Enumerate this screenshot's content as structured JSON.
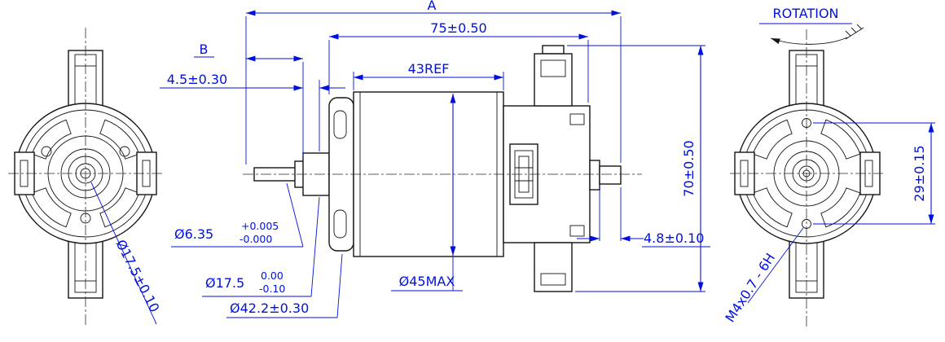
{
  "drawing": {
    "title": "DC motor outline drawing",
    "colors": {
      "dimension": "#0011dd",
      "geometry": "#151515"
    },
    "labels": {
      "dim_a": "A",
      "len_75": "75±0.50",
      "dim_b": "B",
      "len_4_5": "4.5±0.30",
      "len_43": "43REF",
      "rotation": "ROTATION",
      "height_70": "70±0.50",
      "holes_29": "29±0.15",
      "stub_4_8": "4.8±0.10",
      "dia_45": "Ø45MAX",
      "dia_42_2": "Ø42.2±0.30",
      "dia_17_5": "Ø17.5",
      "dia_17_5_upper": "0.00",
      "dia_17_5_lower": "-0.10",
      "dia_6_35": "Ø6.35",
      "dia_6_35_upper": "+0.005",
      "dia_6_35_lower": "-0.000",
      "dia_17_5_front": "Ø17.5±0.10",
      "thread": "M4x0.7 - 6H"
    }
  }
}
